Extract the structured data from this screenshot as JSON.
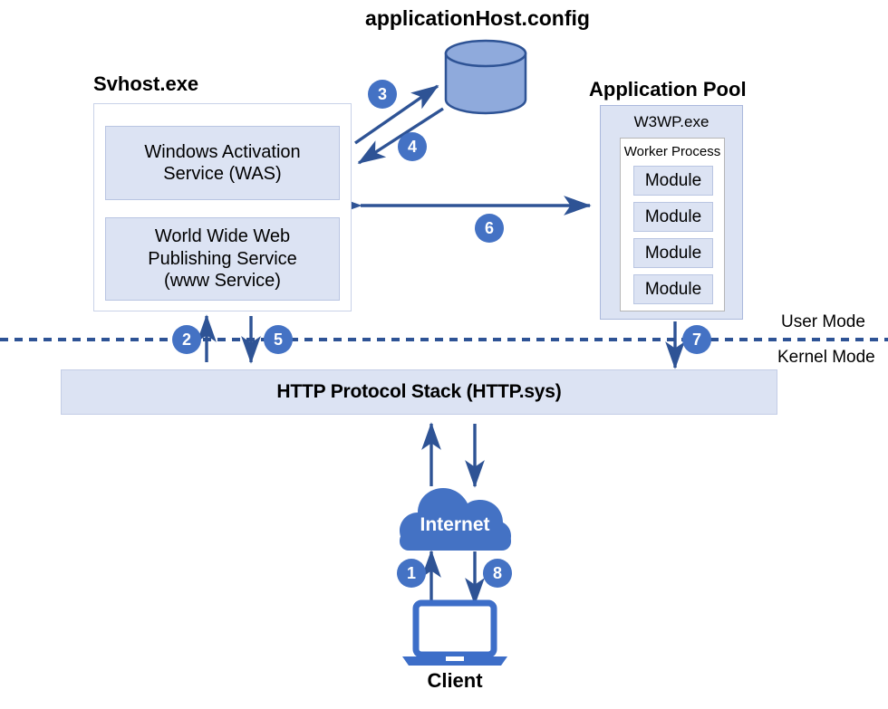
{
  "diagram": {
    "title_config": "applicationHost.config",
    "title_svhost": "Svhost.exe",
    "title_pool": "Application Pool"
  },
  "svhost": {
    "services": [
      {
        "line1": "Windows Activation",
        "line2": "Service (WAS)"
      },
      {
        "line1": "World Wide Web",
        "line2": "Publishing Service",
        "line3": "(www Service)"
      }
    ]
  },
  "pool": {
    "process_label": "W3WP.exe",
    "worker_label": "Worker Process",
    "modules": [
      "Module",
      "Module",
      "Module",
      "Module"
    ]
  },
  "http_stack": {
    "label": "HTTP Protocol Stack (HTTP.sys)"
  },
  "modes": {
    "user": "User Mode",
    "kernel": "Kernel Mode"
  },
  "internet": {
    "label": "Internet"
  },
  "client": {
    "label": "Client"
  },
  "steps": {
    "s1": "1",
    "s2": "2",
    "s3": "3",
    "s4": "4",
    "s5": "5",
    "s6": "6",
    "s7": "7",
    "s8": "8"
  },
  "colors": {
    "arrow": "#2e5395",
    "badge": "#4472c4",
    "cloud": "#4472c4",
    "cylinder_fill": "#8faadc",
    "cylinder_stroke": "#2e5395",
    "box_fill": "#dce3f3",
    "laptop": "#3d6ec8"
  }
}
